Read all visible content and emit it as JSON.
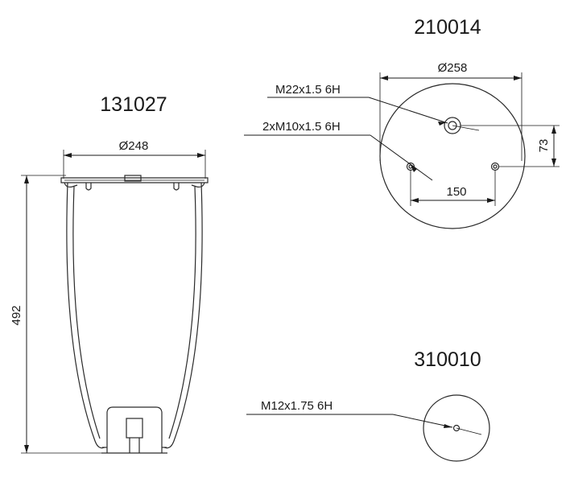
{
  "bellow": {
    "part_number": "131027",
    "diameter_label": "Ø248",
    "height_label": "492"
  },
  "top_plate": {
    "part_number": "210014",
    "diameter_label": "Ø258",
    "center_thread_label": "M22x1.5 6H",
    "side_thread_label": "2xM10x1.5 6H",
    "hole_spacing_label": "150",
    "offset_label": "73"
  },
  "bottom_piston": {
    "part_number": "310010",
    "thread_label": "M12x1.75 6H"
  }
}
